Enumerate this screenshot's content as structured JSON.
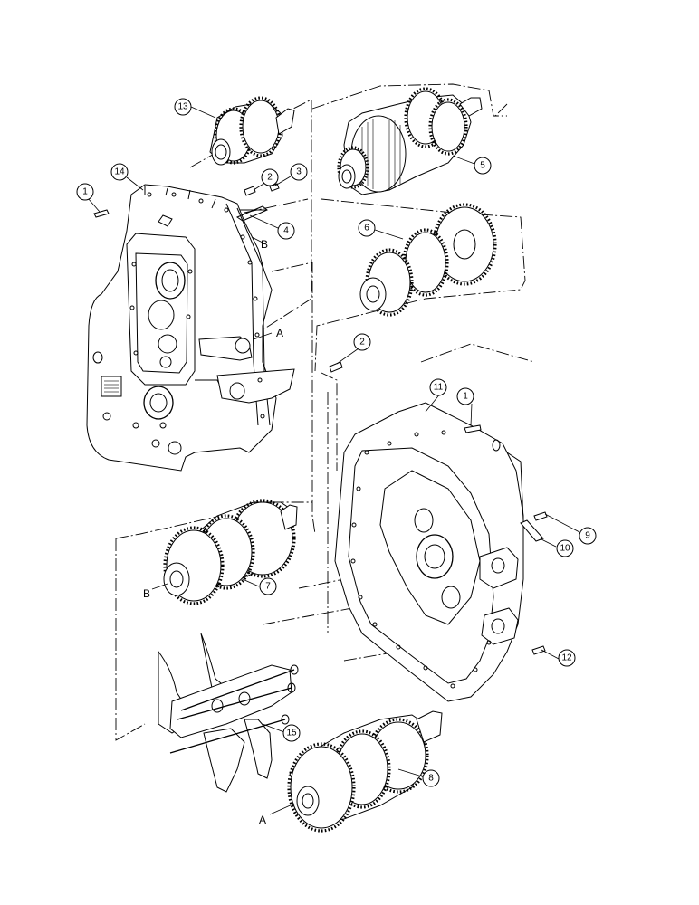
{
  "diagram": {
    "callouts": [
      {
        "id": "c1a",
        "label": "1"
      },
      {
        "id": "c2a",
        "label": "2"
      },
      {
        "id": "c3",
        "label": "3"
      },
      {
        "id": "c4",
        "label": "4"
      },
      {
        "id": "c5",
        "label": "5"
      },
      {
        "id": "c6",
        "label": "6"
      },
      {
        "id": "c13",
        "label": "13"
      },
      {
        "id": "c14",
        "label": "14"
      },
      {
        "id": "c2b",
        "label": "2"
      },
      {
        "id": "c11",
        "label": "11"
      },
      {
        "id": "c1b",
        "label": "1"
      },
      {
        "id": "c9",
        "label": "9"
      },
      {
        "id": "c10",
        "label": "10"
      },
      {
        "id": "c7",
        "label": "7"
      },
      {
        "id": "c12",
        "label": "12"
      },
      {
        "id": "c15",
        "label": "15"
      },
      {
        "id": "c8",
        "label": "8"
      }
    ],
    "letters": [
      {
        "id": "lB1",
        "label": "B"
      },
      {
        "id": "lA1",
        "label": "A"
      },
      {
        "id": "lB2",
        "label": "B"
      },
      {
        "id": "lA2",
        "label": "A"
      }
    ]
  }
}
